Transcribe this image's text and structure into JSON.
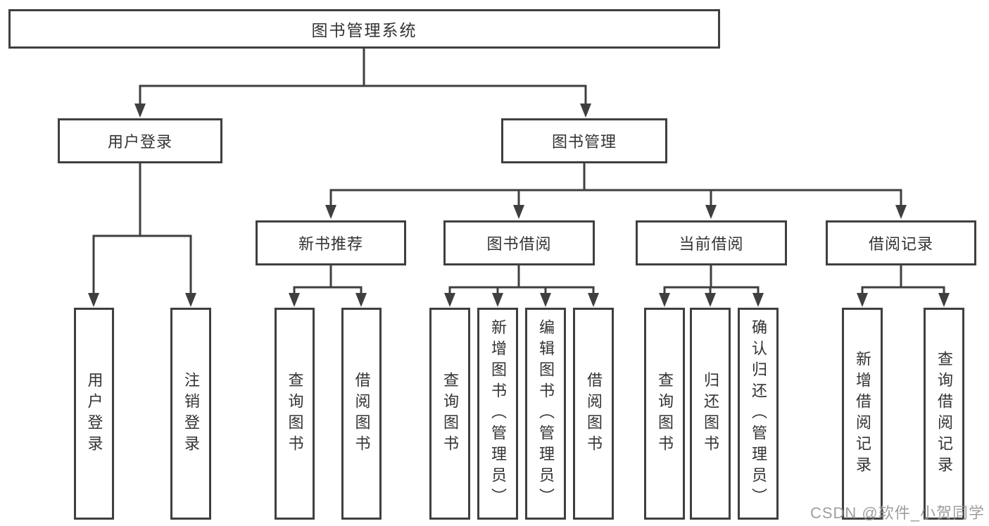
{
  "chart": {
    "root": {
      "label": "图书管理系统"
    },
    "branches": [
      {
        "label": "用户登录",
        "children": [
          {
            "label": "用户登录"
          },
          {
            "label": "注销登录"
          }
        ]
      },
      {
        "label": "图书管理",
        "children": [
          {
            "label": "新书推荐",
            "children": [
              {
                "label": "查询图书"
              },
              {
                "label": "借阅图书"
              }
            ]
          },
          {
            "label": "图书借阅",
            "children": [
              {
                "label": "查询图书"
              },
              {
                "label": "新增图书（管理员）"
              },
              {
                "label": "编辑图书（管理员）"
              },
              {
                "label": "借阅图书"
              }
            ]
          },
          {
            "label": "当前借阅",
            "children": [
              {
                "label": "查询图书"
              },
              {
                "label": "归还图书"
              },
              {
                "label": "确认归还（管理员）"
              }
            ]
          },
          {
            "label": "借阅记录",
            "children": [
              {
                "label": "新增借阅记录"
              },
              {
                "label": "查询借阅记录"
              }
            ]
          }
        ]
      }
    ],
    "colors": {
      "line": "#3f3f3f",
      "box_border": "#3f3f3f",
      "text": "#333333",
      "background": "#ffffff",
      "watermark": "#949494"
    }
  },
  "watermark": "CSDN @软件_小贺同学"
}
